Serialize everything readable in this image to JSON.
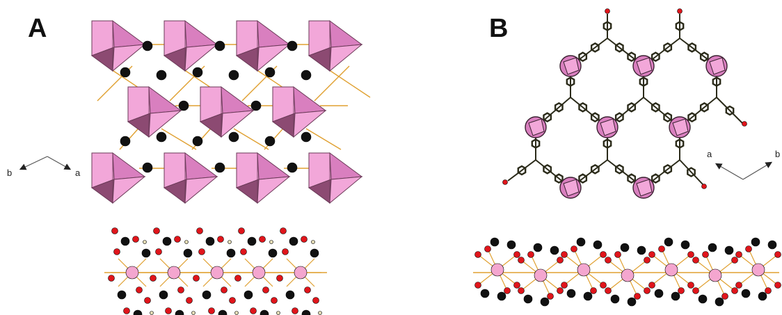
{
  "panels": {
    "a": {
      "label": "A",
      "axis_left": "b",
      "axis_right": "a"
    },
    "b": {
      "label": "B",
      "axis_left": "a",
      "axis_right": "b"
    }
  },
  "colors": {
    "polyhedron_light": "#f2a7d9",
    "polyhedron_mid": "#d97fbf",
    "polyhedron_dark": "#8c4a72",
    "polyhedron_edge": "#6b3a58",
    "carbon": "#111111",
    "oxygen": "#e0151b",
    "metal": "#f4a6cf",
    "bond": "#e0a030",
    "hydrogen": "#e8e0b8"
  },
  "icons": [
    "axis-arrow-icon"
  ]
}
